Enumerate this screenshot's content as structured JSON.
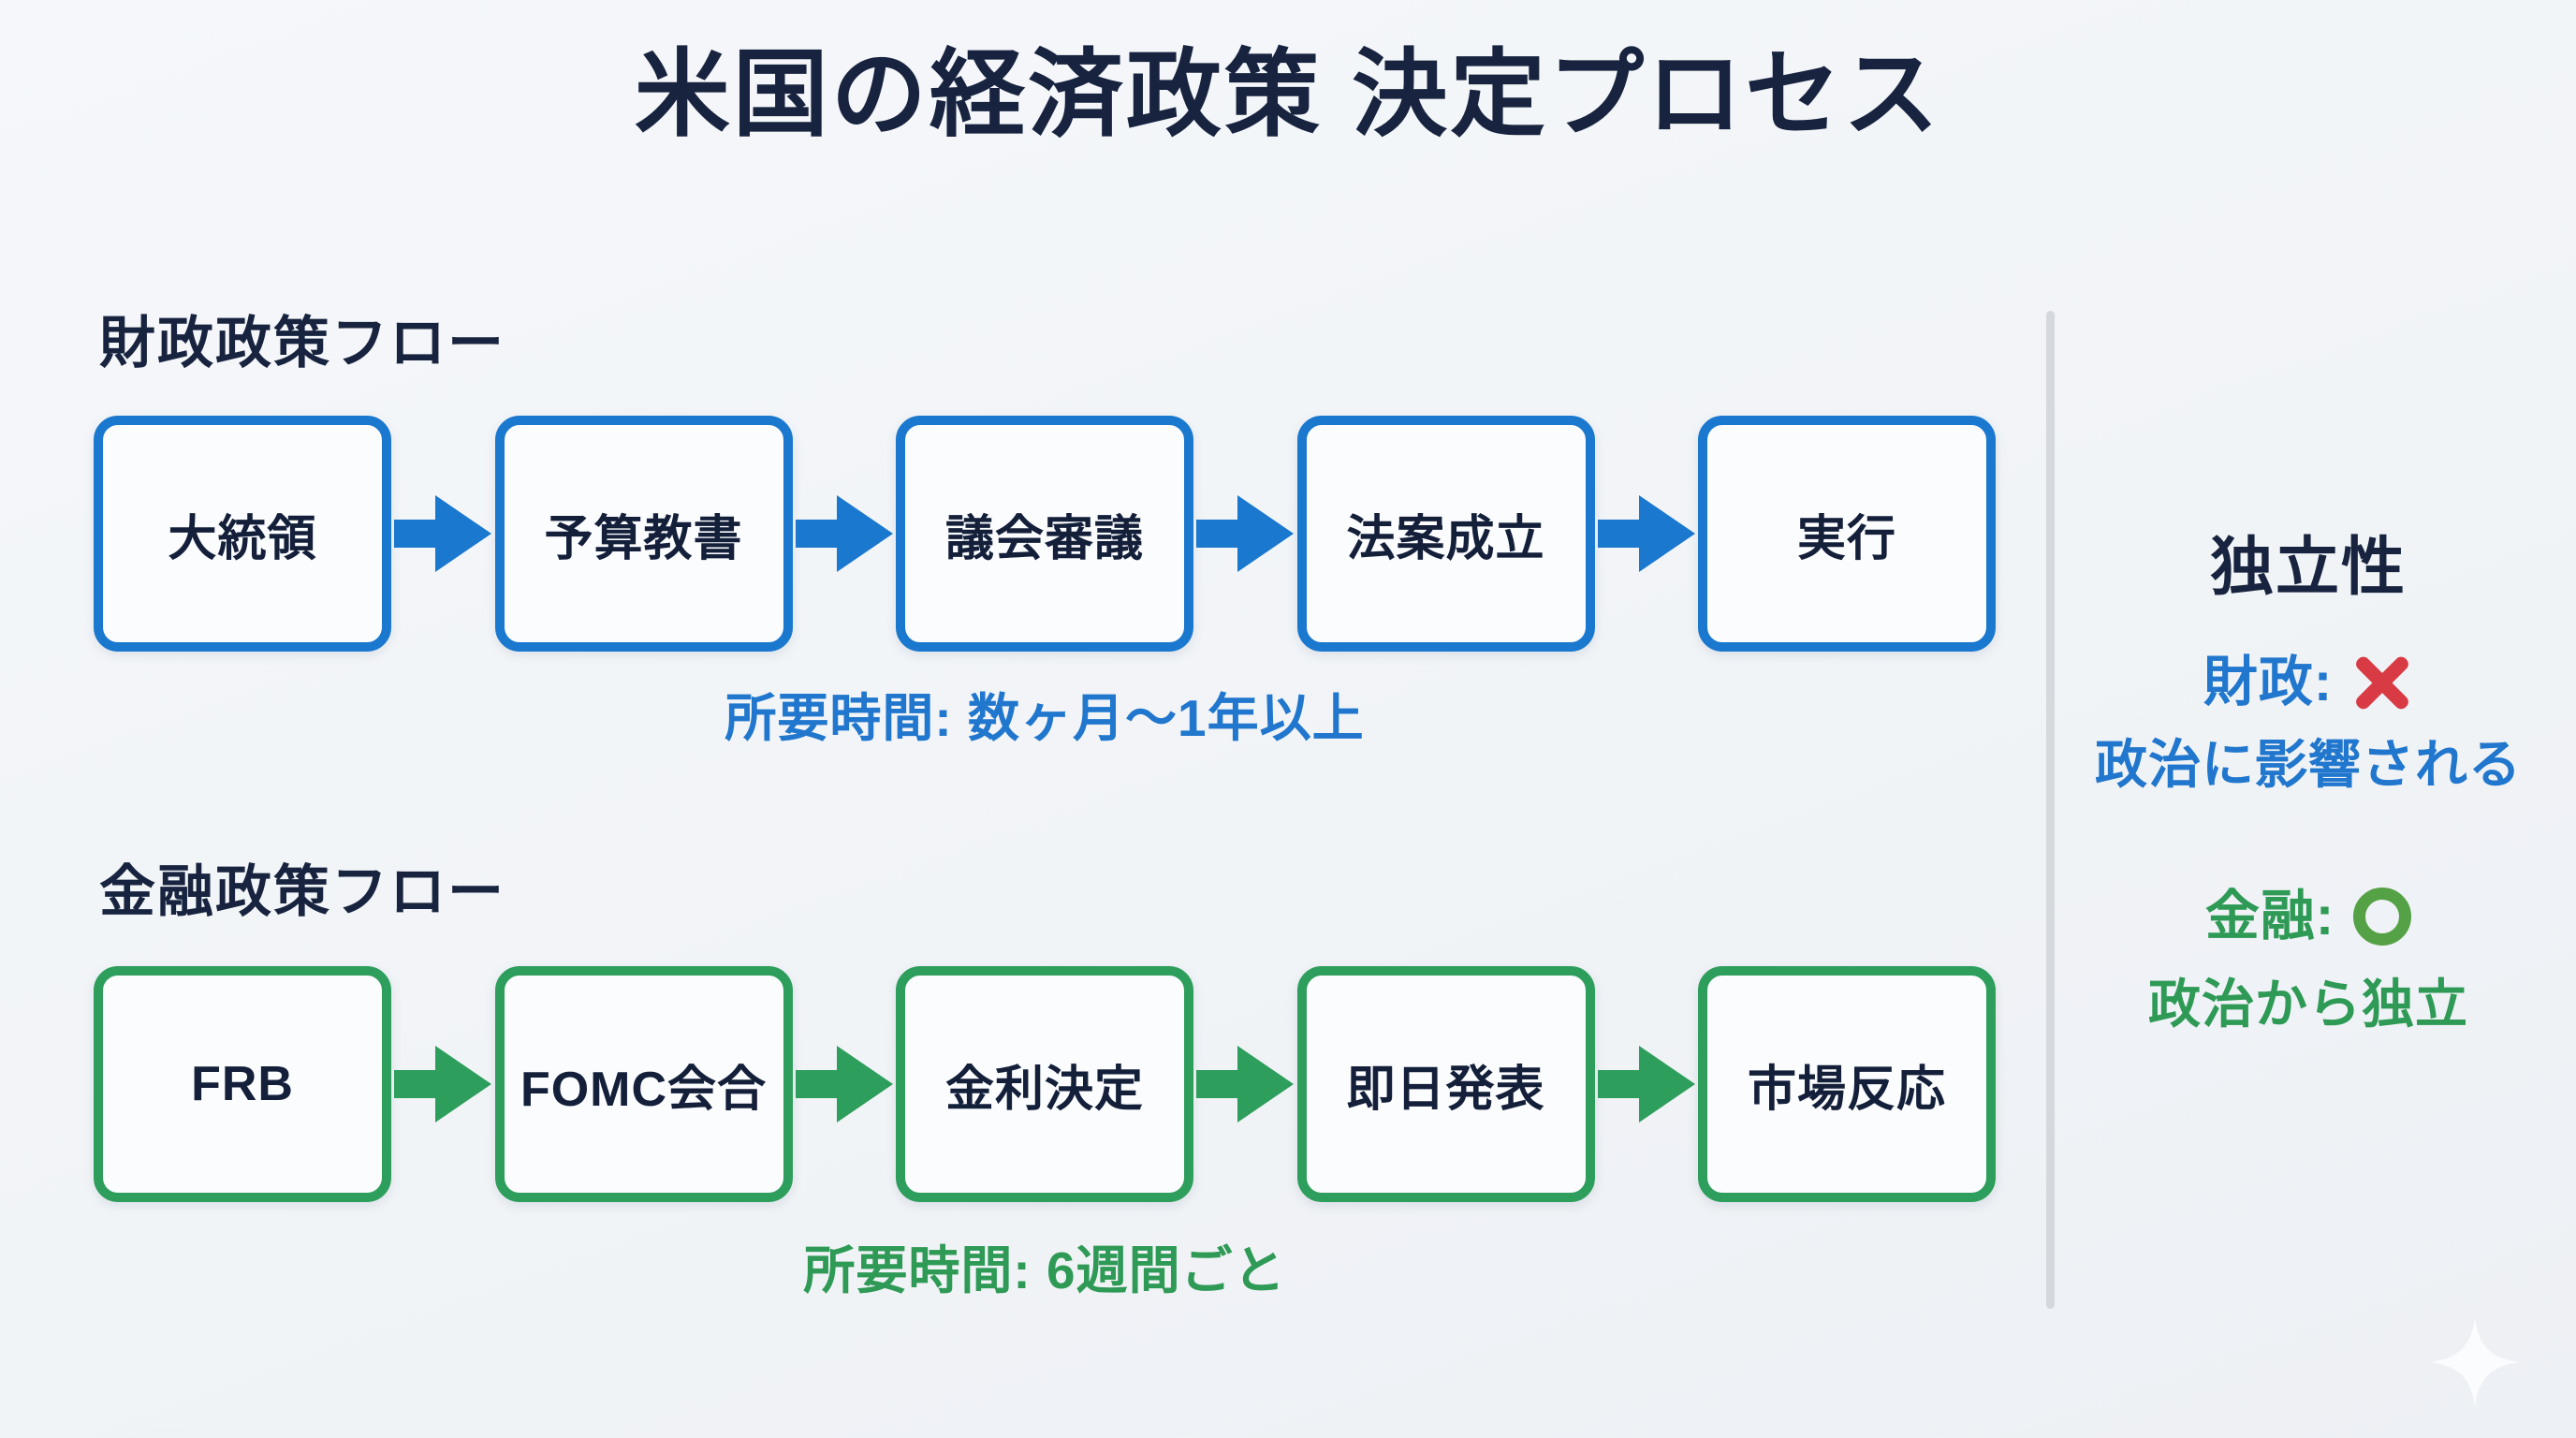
{
  "title": "米国の経済政策 決定プロセス",
  "colors": {
    "page-bg": "#f1f4f7",
    "navy": "#18243f",
    "blue": "#1a78cf",
    "blue-text": "#2177cd",
    "green": "#2e9e5c",
    "green-text": "#2e9a56",
    "red": "#d93b45",
    "ring-green": "#55a145",
    "divider": "#d5d9dd",
    "box-bg": "#fbfcfe"
  },
  "fiscal_flow": {
    "label": "財政政策フロー",
    "steps": [
      "大統領",
      "予算教書",
      "議会審議",
      "法案成立",
      "実行"
    ],
    "duration": "所要時間: 数ヶ月〜1年以上"
  },
  "monetary_flow": {
    "label": "金融政策フロー",
    "steps": [
      "FRB",
      "FOMC会合",
      "金利決定",
      "即日発表",
      "市場反応"
    ],
    "duration": "所要時間: 6週間ごと"
  },
  "independence": {
    "title": "独立性",
    "fiscal_label": "財政:",
    "fiscal_mark": "×",
    "fiscal_desc": "政治に影響される",
    "monetary_label": "金融:",
    "monetary_mark": "○",
    "monetary_desc": "政治から独立"
  }
}
